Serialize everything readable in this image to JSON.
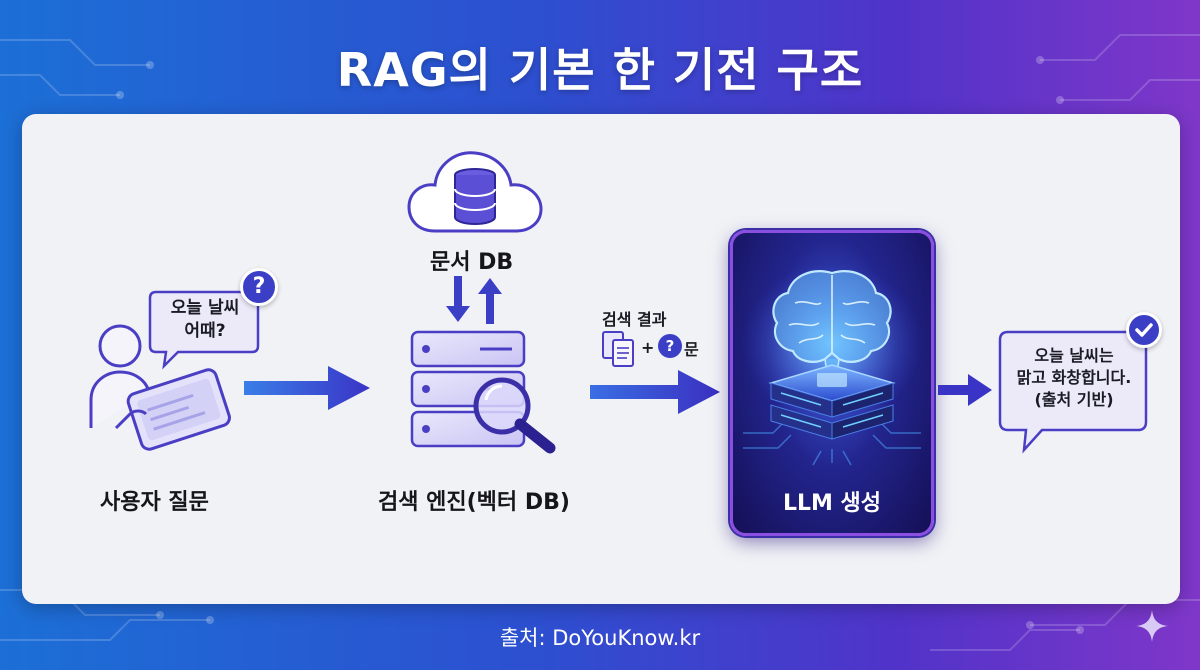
{
  "title": "RAG의 기본 한 기전 구조",
  "user": {
    "bubble_line1": "오늘 날씨",
    "bubble_line2": "어때?",
    "question_mark": "?",
    "label": "사용자 질문"
  },
  "document_db": {
    "label": "문서 DB"
  },
  "search_engine": {
    "label": "검색 엔진(벡터 DB)"
  },
  "search_result": {
    "label": "검색 결과",
    "plus": "+",
    "question_icon_text": "?",
    "question_suffix": "문"
  },
  "llm": {
    "label": "LLM 생성"
  },
  "answer": {
    "line1": "오늘 날씨는",
    "line2": "맑고 화창합니다.",
    "line3": "(출처 기반)"
  },
  "footer": "출처: DoYouKnow.kr",
  "colors": {
    "accent_blue": "#3a3fd0",
    "accent_purple": "#7b3fd2",
    "panel_bg": "#f1f2f6",
    "title_text": "#ffffff"
  }
}
